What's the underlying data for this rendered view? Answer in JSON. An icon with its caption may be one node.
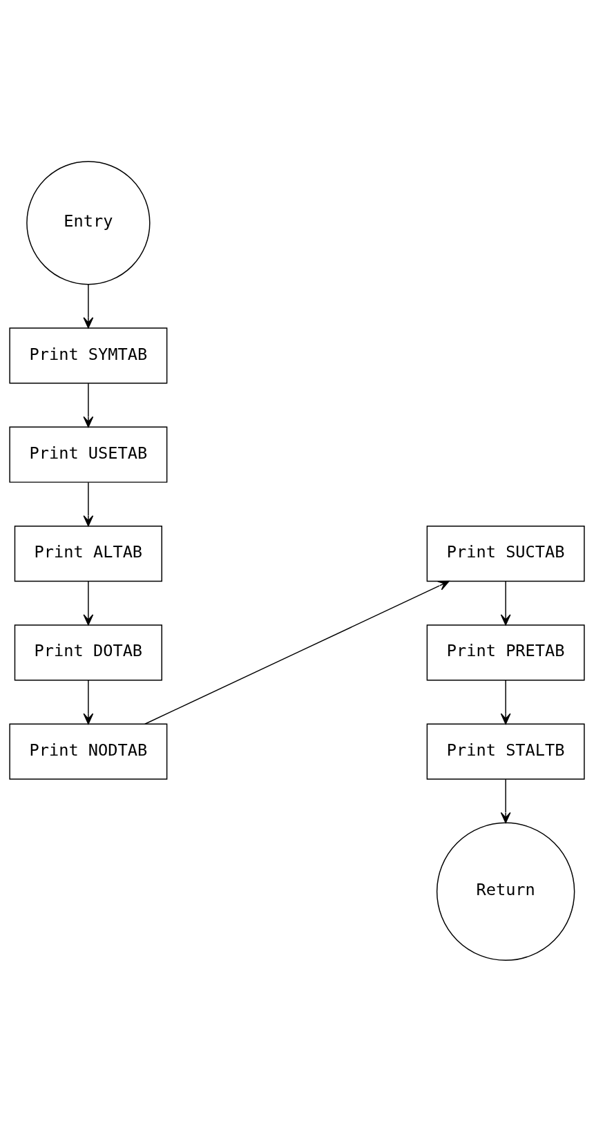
{
  "diagram": {
    "nodes": [
      {
        "text": [
          "Entry"
        ]
      },
      {
        "text": [
          "Print SYMTAB"
        ]
      },
      {
        "text": [
          "Print USETAB"
        ]
      },
      {
        "text": [
          "Print ALTAB"
        ]
      },
      {
        "text": [
          "Print DOTAB"
        ]
      },
      {
        "text": [
          "Print NODTAB"
        ]
      },
      {
        "text": [
          "Print SUCTAB"
        ]
      },
      {
        "text": [
          "Print PRETAB"
        ]
      },
      {
        "text": [
          "Print STALTB"
        ]
      },
      {
        "text": [
          "Return"
        ]
      }
    ],
    "edges": [
      {
        "from": 0,
        "to": 1,
        "arrow": "to"
      },
      {
        "from": 1,
        "to": 2,
        "arrow": "to"
      },
      {
        "from": 2,
        "to": 3,
        "arrow": "to"
      },
      {
        "from": 3,
        "to": 4,
        "arrow": "to"
      },
      {
        "from": 4,
        "to": 5,
        "arrow": "to"
      },
      {
        "from": 5,
        "to": 6,
        "arrow": "to"
      },
      {
        "from": 6,
        "to": 7,
        "arrow": "to"
      },
      {
        "from": 7,
        "to": 8,
        "arrow": "to"
      },
      {
        "from": 8,
        "to": 9,
        "arrow": "to"
      }
    ]
  }
}
